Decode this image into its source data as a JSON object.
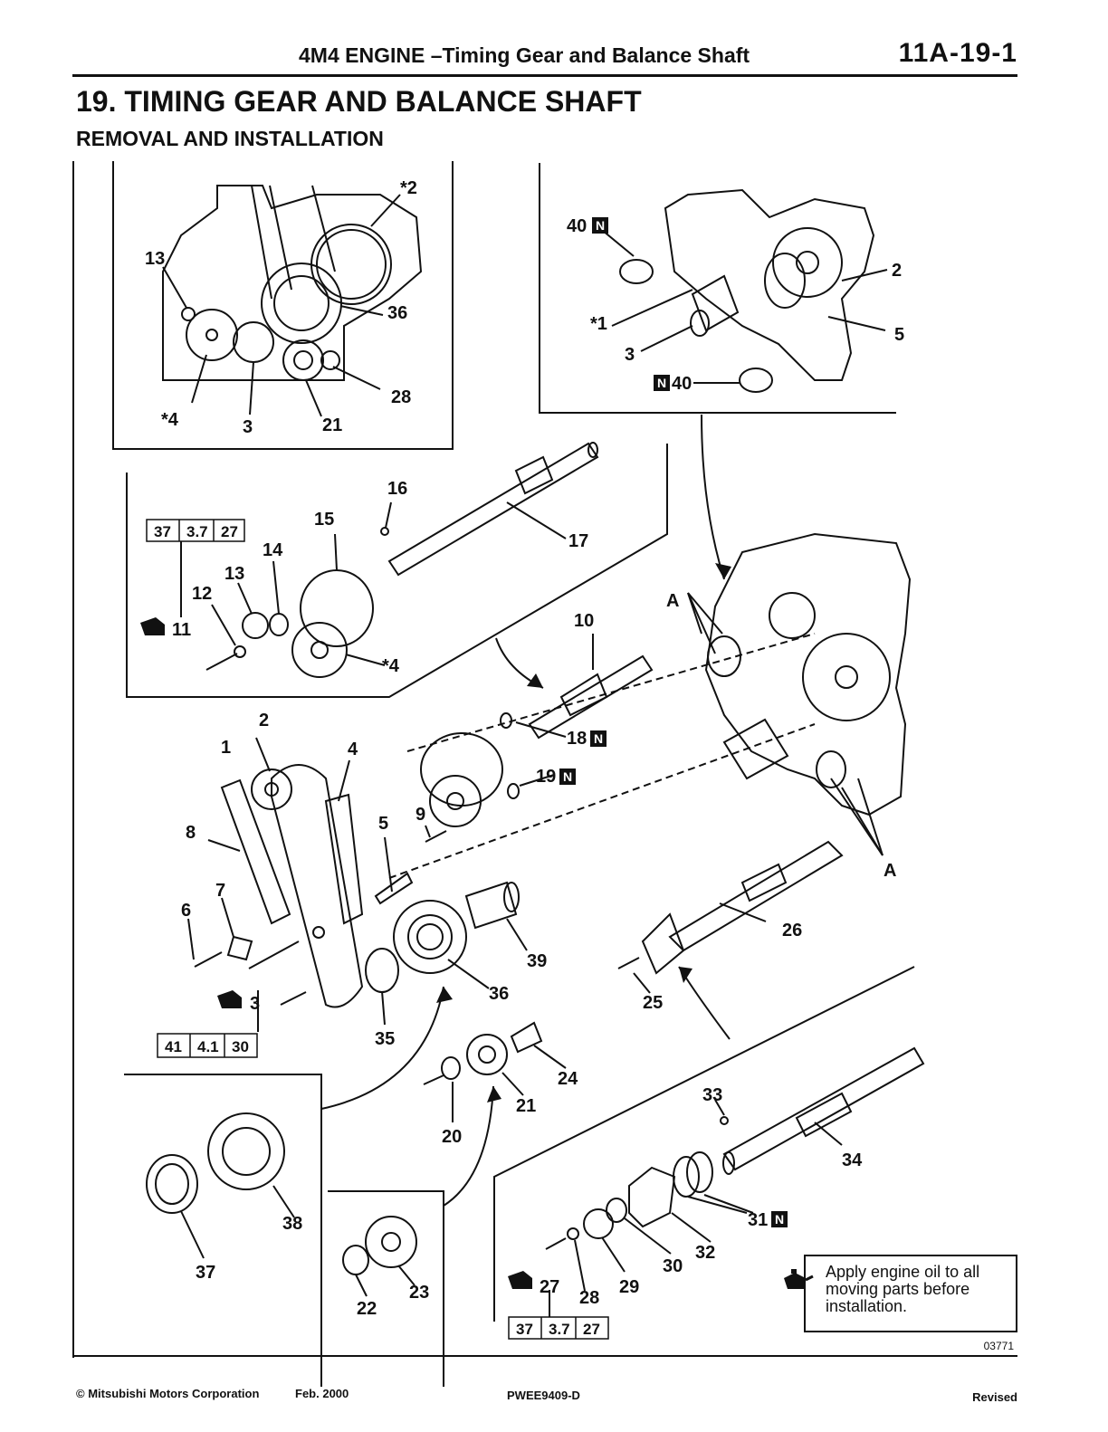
{
  "header": {
    "title": "4M4 ENGINE –Timing Gear and Balance Shaft",
    "page_number": "11A-19-1"
  },
  "section": {
    "title": "19. TIMING GEAR AND BALANCE SHAFT",
    "subtitle": "REMOVAL AND INSTALLATION"
  },
  "labels": {
    "p1": "*1",
    "p2_star": "*2",
    "p2": "2",
    "p3": "3",
    "p4_star": "*4",
    "p4": "4",
    "p5": "5",
    "p6": "6",
    "p7": "7",
    "p8": "8",
    "p9": "9",
    "p10": "10",
    "p11": "11",
    "p12": "12",
    "p13": "13",
    "p14": "14",
    "p15": "15",
    "p16": "16",
    "p17": "17",
    "p18": "18",
    "p19": "19",
    "p20": "20",
    "p21": "21",
    "p22": "22",
    "p23": "23",
    "p24": "24",
    "p25": "25",
    "p26": "26",
    "p27": "27",
    "p28": "28",
    "p29": "29",
    "p30": "30",
    "p31": "31",
    "p32": "32",
    "p33": "33",
    "p34": "34",
    "p35": "35",
    "p36": "36",
    "p37": "37",
    "p38": "38",
    "p39": "39",
    "p40": "40",
    "A": "A",
    "one": "1",
    "N": "N"
  },
  "torque_specs": {
    "spec_11": [
      "37",
      "3.7",
      "27"
    ],
    "spec_3": [
      "41",
      "4.1",
      "30"
    ],
    "spec_27": [
      "37",
      "3.7",
      "27"
    ]
  },
  "note": {
    "text": "Apply engine oil to all moving parts before installation.",
    "icon": "oil-can-icon"
  },
  "figure_number": "03771",
  "footer": {
    "copyright": "© Mitsubishi Motors Corporation",
    "date": "Feb. 2000",
    "code": "PWEE9409-D",
    "status": "Revised"
  }
}
